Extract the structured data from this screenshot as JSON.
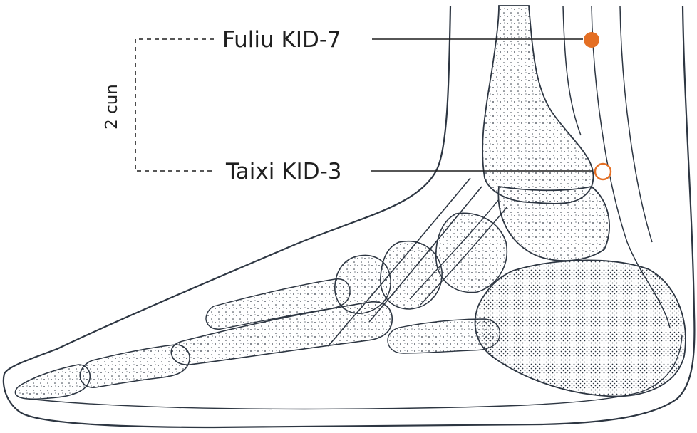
{
  "points": [
    {
      "label": "Fuliu KID-7",
      "marker": "filled-dot"
    },
    {
      "label": "Taixi KID-3",
      "marker": "hollow-circle"
    }
  ],
  "measure": {
    "label": "2 cun"
  },
  "colors": {
    "point": "#e46f24",
    "ink": "#2d3642",
    "leader": "#1f1f1f",
    "background": "#ffffff"
  },
  "figure": {
    "subject": "medial view of the right foot and ankle bones with acupuncture points"
  }
}
